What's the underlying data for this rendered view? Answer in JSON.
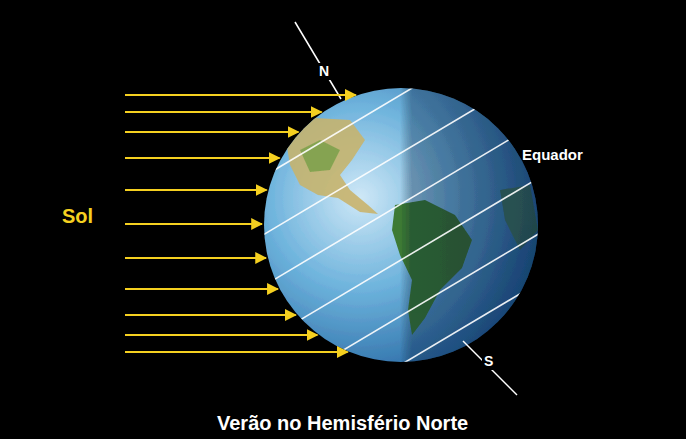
{
  "diagram": {
    "caption": "Verão no Hemisfério Norte",
    "labels": [
      "Sol",
      "Equador",
      "N",
      "S"
    ]
  }
}
